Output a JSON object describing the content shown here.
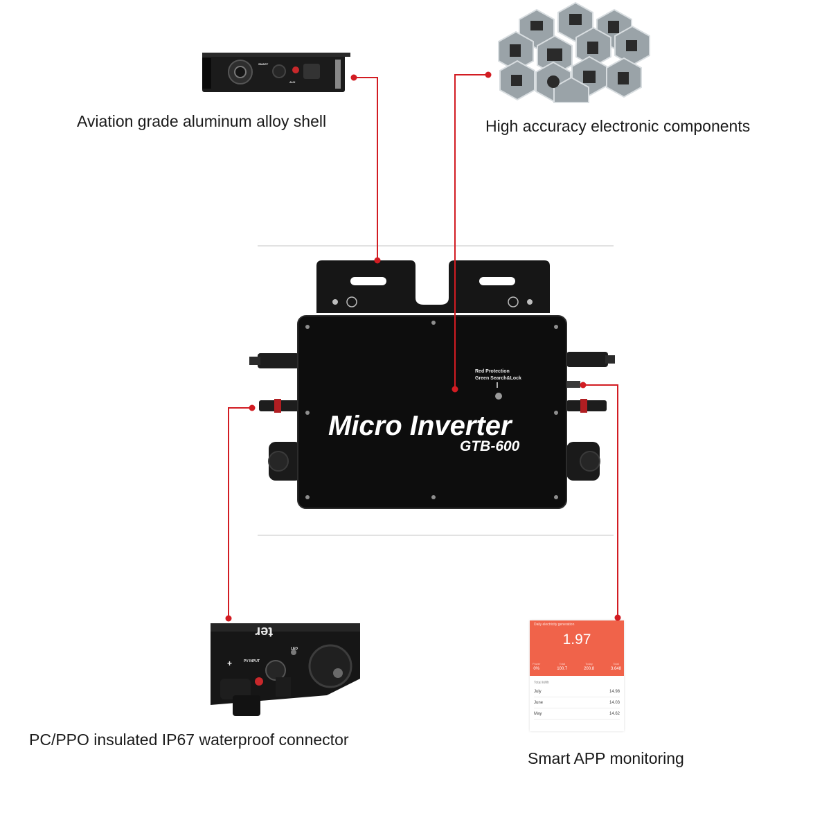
{
  "features": [
    {
      "caption": "Aviation grade aluminum alloy shell"
    },
    {
      "caption": "High accuracy electronic components"
    },
    {
      "caption": "PC/PPO insulated IP67 waterproof connector"
    },
    {
      "caption": "Smart APP monitoring"
    }
  ],
  "device": {
    "title": "Micro Inverter",
    "model": "GTB-600",
    "led_line1": "Red Protection",
    "led_line2": "Green Search&Lock"
  },
  "app": {
    "header_title": "Daily electricity generation",
    "big_value": "1.97",
    "stats": [
      {
        "label": "Power",
        "value": "0%"
      },
      {
        "label": "Total",
        "value": "100.7"
      },
      {
        "label": "Today",
        "value": "200.8"
      },
      {
        "label": "Total",
        "value": "3.648"
      }
    ],
    "list_title": "Total kWh",
    "rows": [
      {
        "month": "July",
        "value": "14.98"
      },
      {
        "month": "June",
        "value": "14.03"
      },
      {
        "month": "May",
        "value": "14.62"
      }
    ]
  },
  "colors": {
    "accent": "#d21c22",
    "body": "#111111",
    "app_header": "#f0634a"
  }
}
